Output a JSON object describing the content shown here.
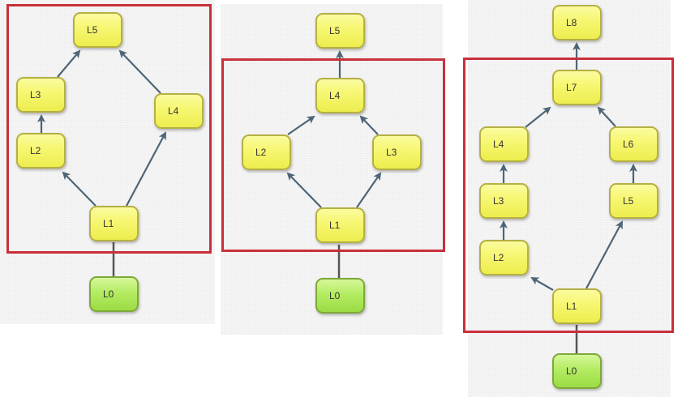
{
  "colors": {
    "frame": "#c8303a",
    "edge": "#4d6577",
    "node_fill": "#f7f774",
    "node_border": "#b5b043",
    "root_fill": "#b4ec62",
    "root_border": "#7fa83a"
  },
  "panels": [
    {
      "nodes": [
        {
          "id": "L5",
          "label": "L5"
        },
        {
          "id": "L3",
          "label": "L3"
        },
        {
          "id": "L4",
          "label": "L4"
        },
        {
          "id": "L2",
          "label": "L2"
        },
        {
          "id": "L1",
          "label": "L1"
        },
        {
          "id": "L0",
          "label": "L0"
        }
      ],
      "edges": [
        [
          "L0",
          "L1"
        ],
        [
          "L1",
          "L2"
        ],
        [
          "L1",
          "L4"
        ],
        [
          "L2",
          "L3"
        ],
        [
          "L3",
          "L5"
        ],
        [
          "L4",
          "L5"
        ]
      ],
      "highlighted": [
        "L1",
        "L2",
        "L3",
        "L4",
        "L5"
      ]
    },
    {
      "nodes": [
        {
          "id": "L5",
          "label": "L5"
        },
        {
          "id": "L4",
          "label": "L4"
        },
        {
          "id": "L2",
          "label": "L2"
        },
        {
          "id": "L3",
          "label": "L3"
        },
        {
          "id": "L1",
          "label": "L1"
        },
        {
          "id": "L0",
          "label": "L0"
        }
      ],
      "edges": [
        [
          "L0",
          "L1"
        ],
        [
          "L1",
          "L2"
        ],
        [
          "L1",
          "L3"
        ],
        [
          "L2",
          "L4"
        ],
        [
          "L3",
          "L4"
        ],
        [
          "L4",
          "L5"
        ]
      ],
      "highlighted": [
        "L1",
        "L2",
        "L3",
        "L4"
      ]
    },
    {
      "nodes": [
        {
          "id": "L8",
          "label": "L8"
        },
        {
          "id": "L7",
          "label": "L7"
        },
        {
          "id": "L4",
          "label": "L4"
        },
        {
          "id": "L6",
          "label": "L6"
        },
        {
          "id": "L3",
          "label": "L3"
        },
        {
          "id": "L5",
          "label": "L5"
        },
        {
          "id": "L2",
          "label": "L2"
        },
        {
          "id": "L1",
          "label": "L1"
        },
        {
          "id": "L0",
          "label": "L0"
        }
      ],
      "edges": [
        [
          "L0",
          "L1"
        ],
        [
          "L1",
          "L2"
        ],
        [
          "L1",
          "L5"
        ],
        [
          "L2",
          "L3"
        ],
        [
          "L3",
          "L4"
        ],
        [
          "L5",
          "L6"
        ],
        [
          "L4",
          "L7"
        ],
        [
          "L6",
          "L7"
        ],
        [
          "L7",
          "L8"
        ]
      ],
      "highlighted": [
        "L1",
        "L2",
        "L3",
        "L4",
        "L5",
        "L6",
        "L7"
      ]
    }
  ]
}
